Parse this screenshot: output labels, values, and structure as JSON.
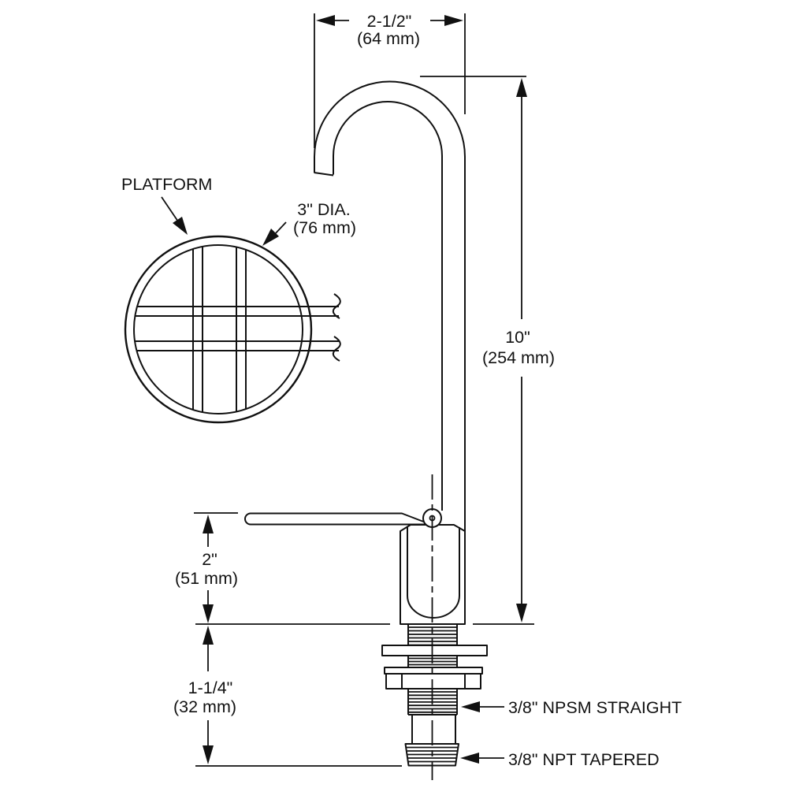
{
  "labels": {
    "platform": "PLATFORM",
    "npsm_thread": "3/8\" NPSM STRAIGHT",
    "npt_thread": "3/8\" NPT TAPERED"
  },
  "dimensions": {
    "spout_reach": {
      "imperial": "2-1/2\"",
      "metric": "(64 mm)"
    },
    "platform_diameter": {
      "imperial": "3\" DIA.",
      "metric": "(76 mm)"
    },
    "overall_height": {
      "imperial": "10\"",
      "metric": "(254 mm)"
    },
    "handle_clearance": {
      "imperial": "2\"",
      "metric": "(51 mm)"
    },
    "shank_length": {
      "imperial": "1-1/4\"",
      "metric": "(32 mm)"
    }
  },
  "colors": {
    "line": "#111111",
    "background": "#ffffff"
  }
}
